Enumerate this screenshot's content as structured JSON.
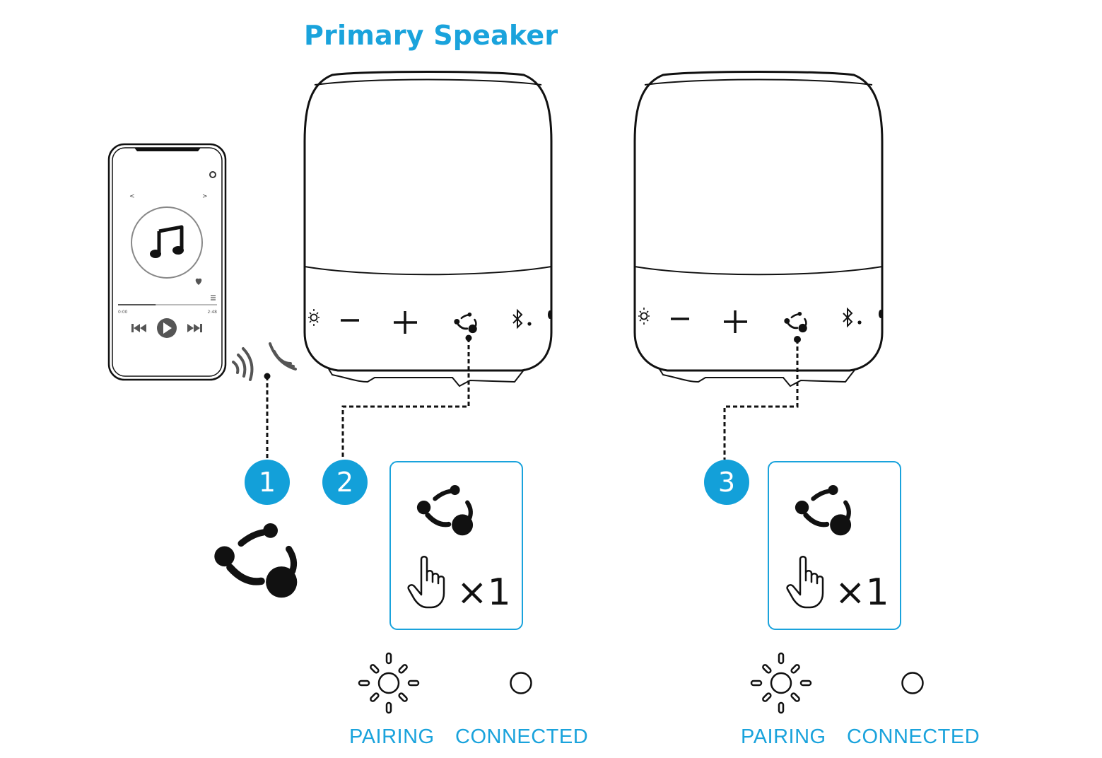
{
  "title": "Primary Speaker",
  "steps": [
    "1",
    "2",
    "3"
  ],
  "press": {
    "times": "×1"
  },
  "indicators": {
    "pairing": "PAIRING",
    "connected": "CONNECTED"
  },
  "phone": {
    "elapsed": "0:00",
    "total": "2:48",
    "progress": 0.38
  },
  "colors": {
    "accent": "#1aa3dc",
    "step_circle": "#13a0d9",
    "line": "#111111"
  },
  "icons": [
    "partyboost-icon",
    "hand-press-icon",
    "light-on-icon",
    "light-off-icon",
    "bluetooth-icon",
    "minus-icon",
    "plus-icon",
    "music-note-icon",
    "signal-waves-icon"
  ]
}
